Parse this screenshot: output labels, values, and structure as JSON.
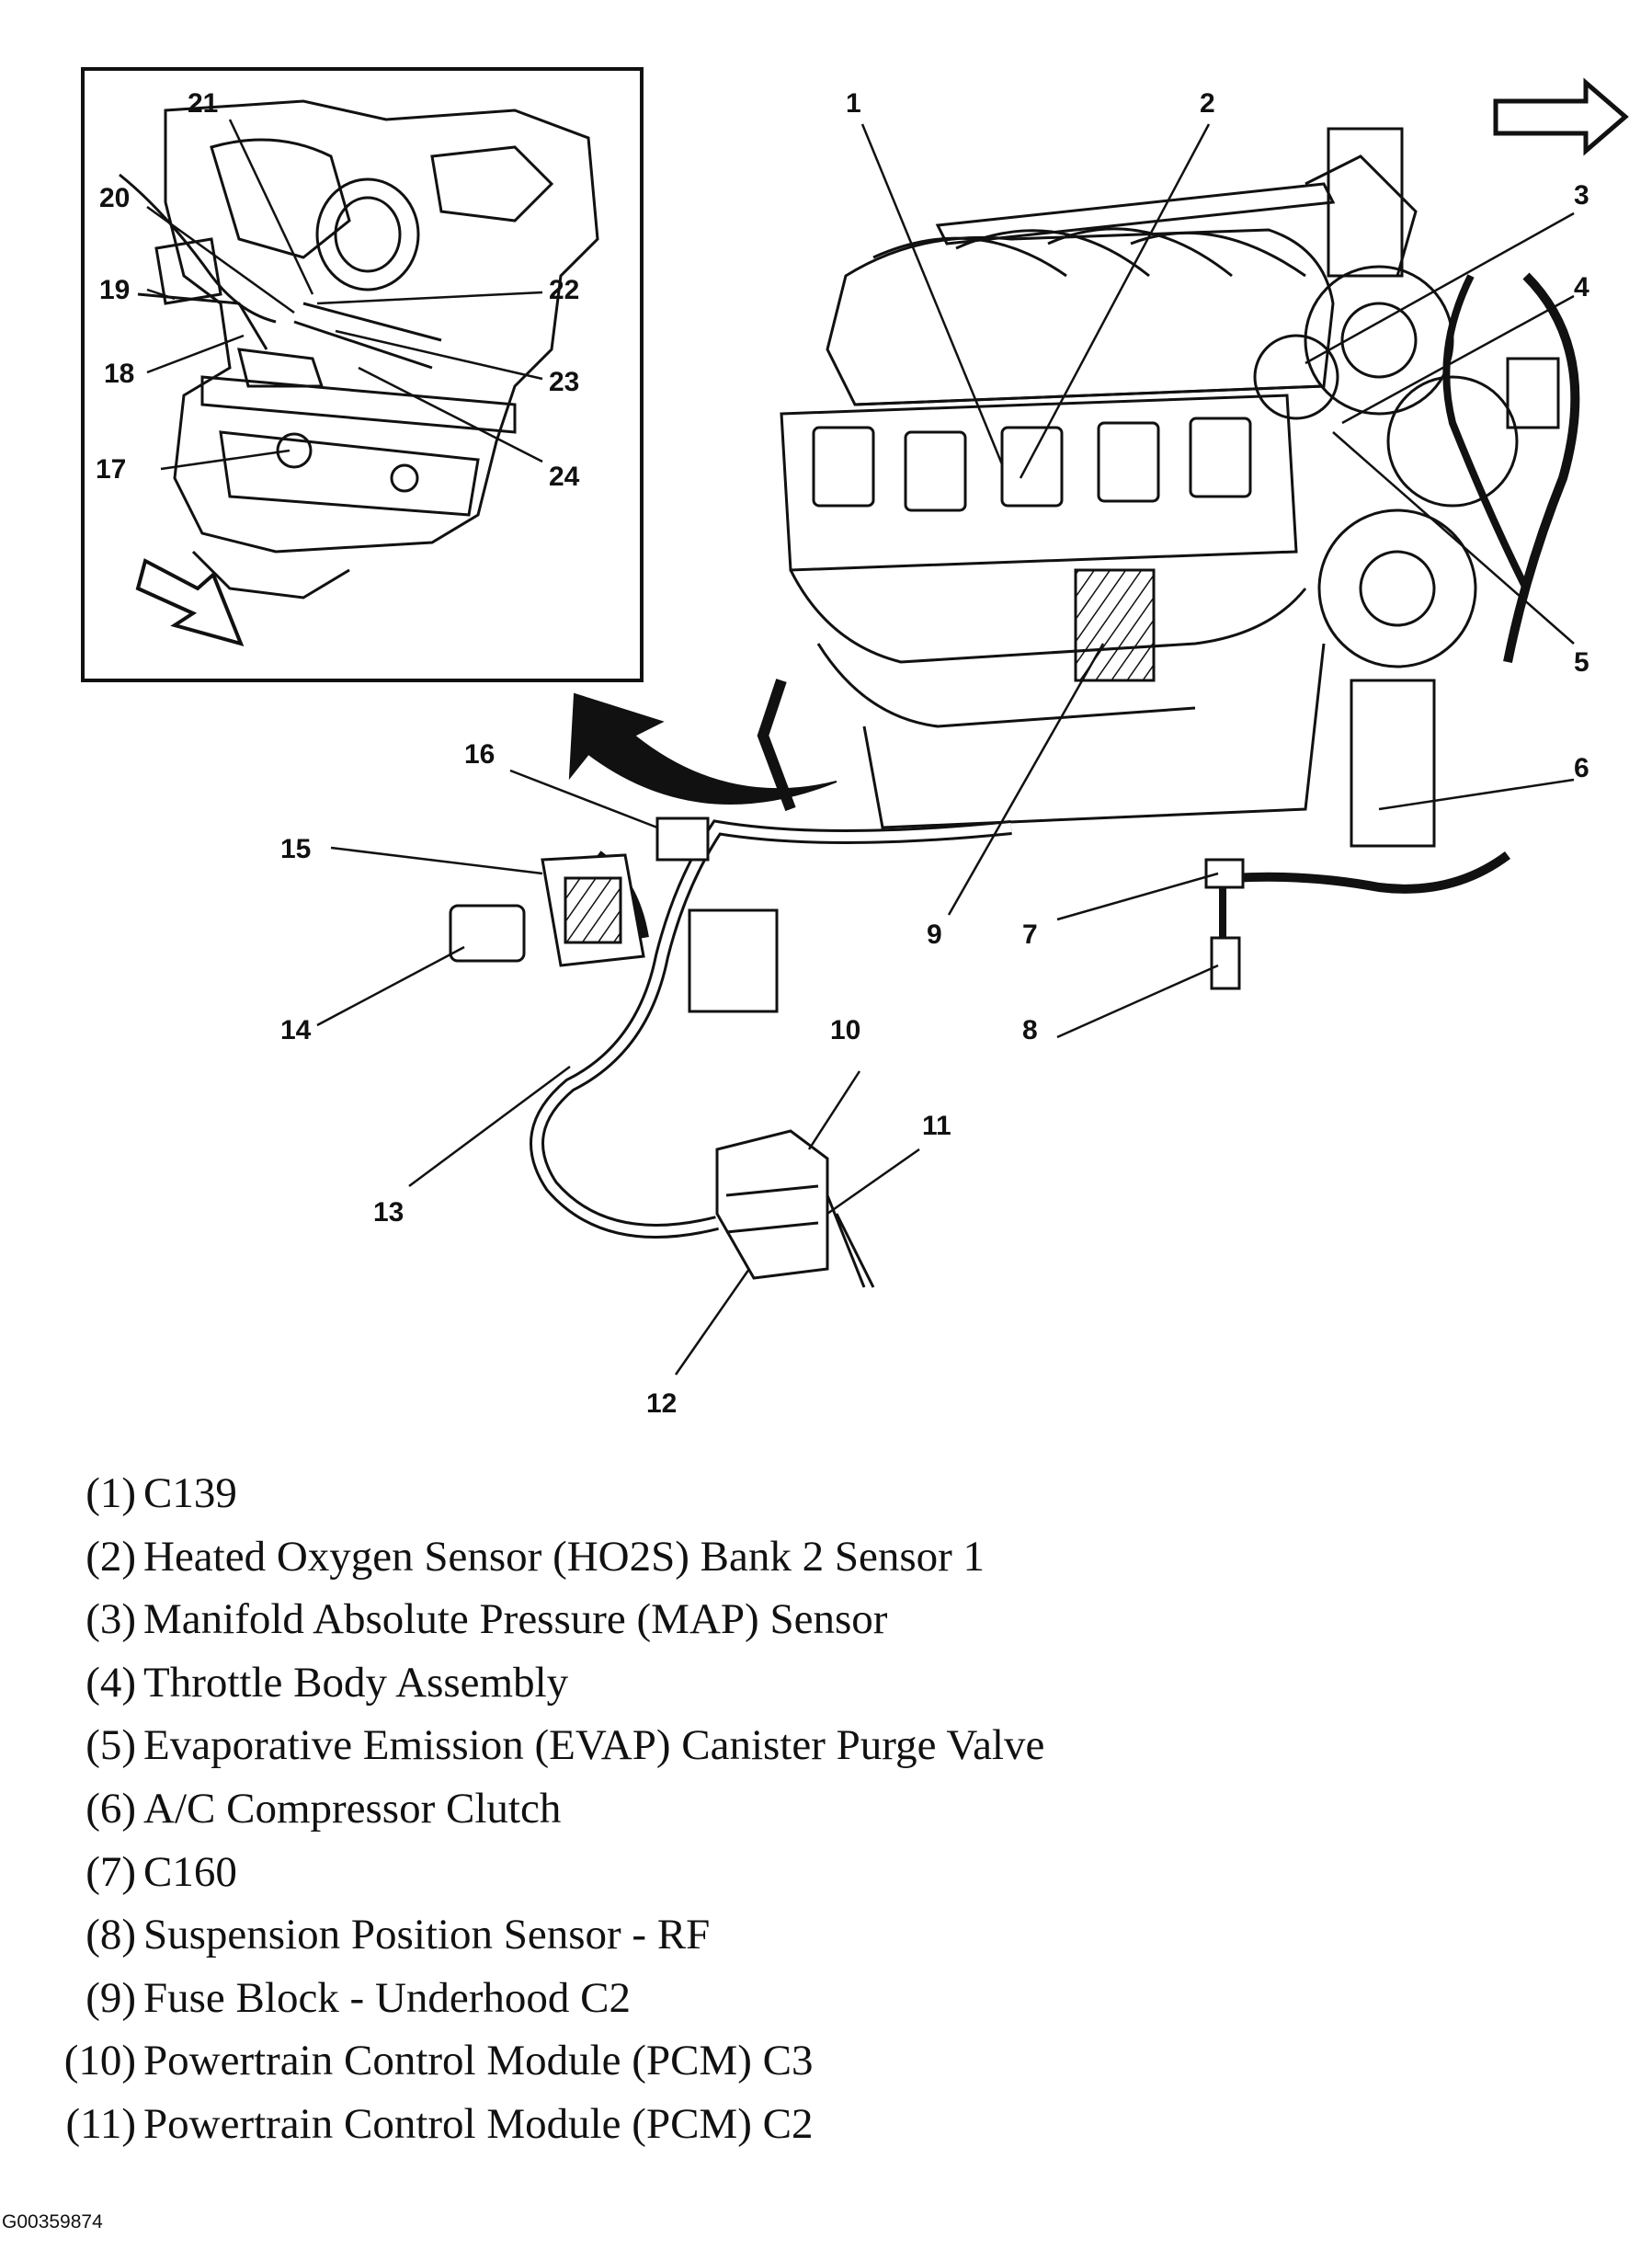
{
  "callouts": {
    "c1": "1",
    "c2": "2",
    "c3": "3",
    "c4": "4",
    "c5": "5",
    "c6": "6",
    "c7": "7",
    "c8": "8",
    "c9": "9",
    "c10": "10",
    "c11": "11",
    "c12": "12",
    "c13": "13",
    "c14": "14",
    "c15": "15",
    "c16": "16",
    "c17": "17",
    "c18": "18",
    "c19": "19",
    "c20": "20",
    "c21": "21",
    "c22": "22",
    "c23": "23",
    "c24": "24"
  },
  "legend": [
    {
      "num": "(1)",
      "text": "C139"
    },
    {
      "num": "(2)",
      "text": "Heated Oxygen Sensor (HO2S) Bank 2 Sensor 1"
    },
    {
      "num": "(3)",
      "text": "Manifold Absolute Pressure (MAP) Sensor"
    },
    {
      "num": "(4)",
      "text": "Throttle Body Assembly"
    },
    {
      "num": "(5)",
      "text": "Evaporative Emission (EVAP) Canister Purge Valve"
    },
    {
      "num": "(6)",
      "text": "A/C Compressor Clutch"
    },
    {
      "num": "(7)",
      "text": "C160"
    },
    {
      "num": "(8)",
      "text": "Suspension Position Sensor - RF"
    },
    {
      "num": "(9)",
      "text": "Fuse Block - Underhood C2"
    },
    {
      "num": "(10)",
      "text": "Powertrain Control Module (PCM) C3"
    },
    {
      "num": "(11)",
      "text": "Powertrain Control Module (PCM) C2"
    }
  ],
  "figure_id": "G00359874",
  "colors": {
    "ink": "#111111",
    "background": "#ffffff"
  }
}
